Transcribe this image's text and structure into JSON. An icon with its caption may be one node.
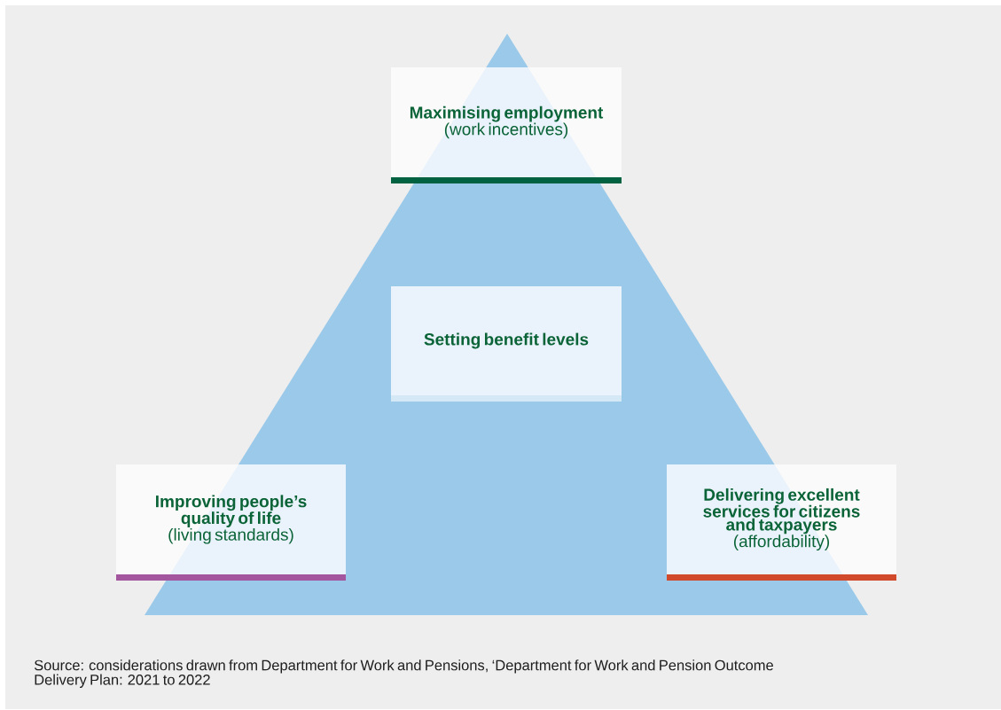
{
  "diagram": {
    "caption": "Source: considerations drawn from Department for Work and Pensions, ‘Department for Work and Pension Outcome Delivery Plan: 2021 to 2022",
    "nodes": [
      {
        "text": [
          "Maximising employment",
          "(work incentives)"
        ]
      },
      {
        "text": [
          "Setting benefit levels"
        ]
      },
      {
        "text": [
          "Improving people’s quality of life",
          "(living standards)"
        ]
      },
      {
        "text": [
          "Delivering excellent services for citizens and taxpayers",
          "(affordability)"
        ]
      }
    ]
  }
}
